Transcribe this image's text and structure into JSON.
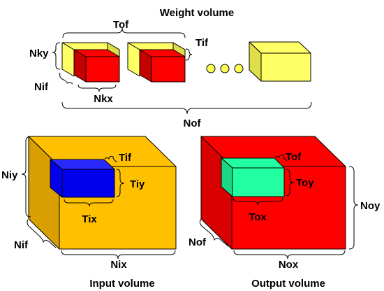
{
  "weight": {
    "title": "Weight volume",
    "labels": {
      "tof": "Tof",
      "nky": "Nky",
      "tif": "Tif",
      "nif": "Nif",
      "nkx": "Nkx",
      "nof": "Nof"
    }
  },
  "input": {
    "title": "Input volume",
    "labels": {
      "niy": "Niy",
      "tif": "Tif",
      "tiy": "Tiy",
      "tix": "Tix",
      "nif": "Nif",
      "nix": "Nix"
    }
  },
  "output": {
    "title": "Output volume",
    "labels": {
      "tof": "Tof",
      "toy": "Toy",
      "tox": "Tox",
      "noy": "Noy",
      "nof": "Nof",
      "nox": "Nox"
    }
  },
  "colors": {
    "kernel_front": "#ffff66",
    "kernel_side": "#dede4a",
    "tile_red": "#ff0000",
    "tile_red_dark": "#c40000",
    "dot": "#ffff55",
    "input_front": "#ffc000",
    "input_side": "#d99f00",
    "input_tile": "#0000ee",
    "input_tile_top": "#2a2aff",
    "output_front": "#ff0000",
    "output_side": "#d80000",
    "output_tile": "#22ffa0",
    "output_tile_side": "#18d884"
  }
}
